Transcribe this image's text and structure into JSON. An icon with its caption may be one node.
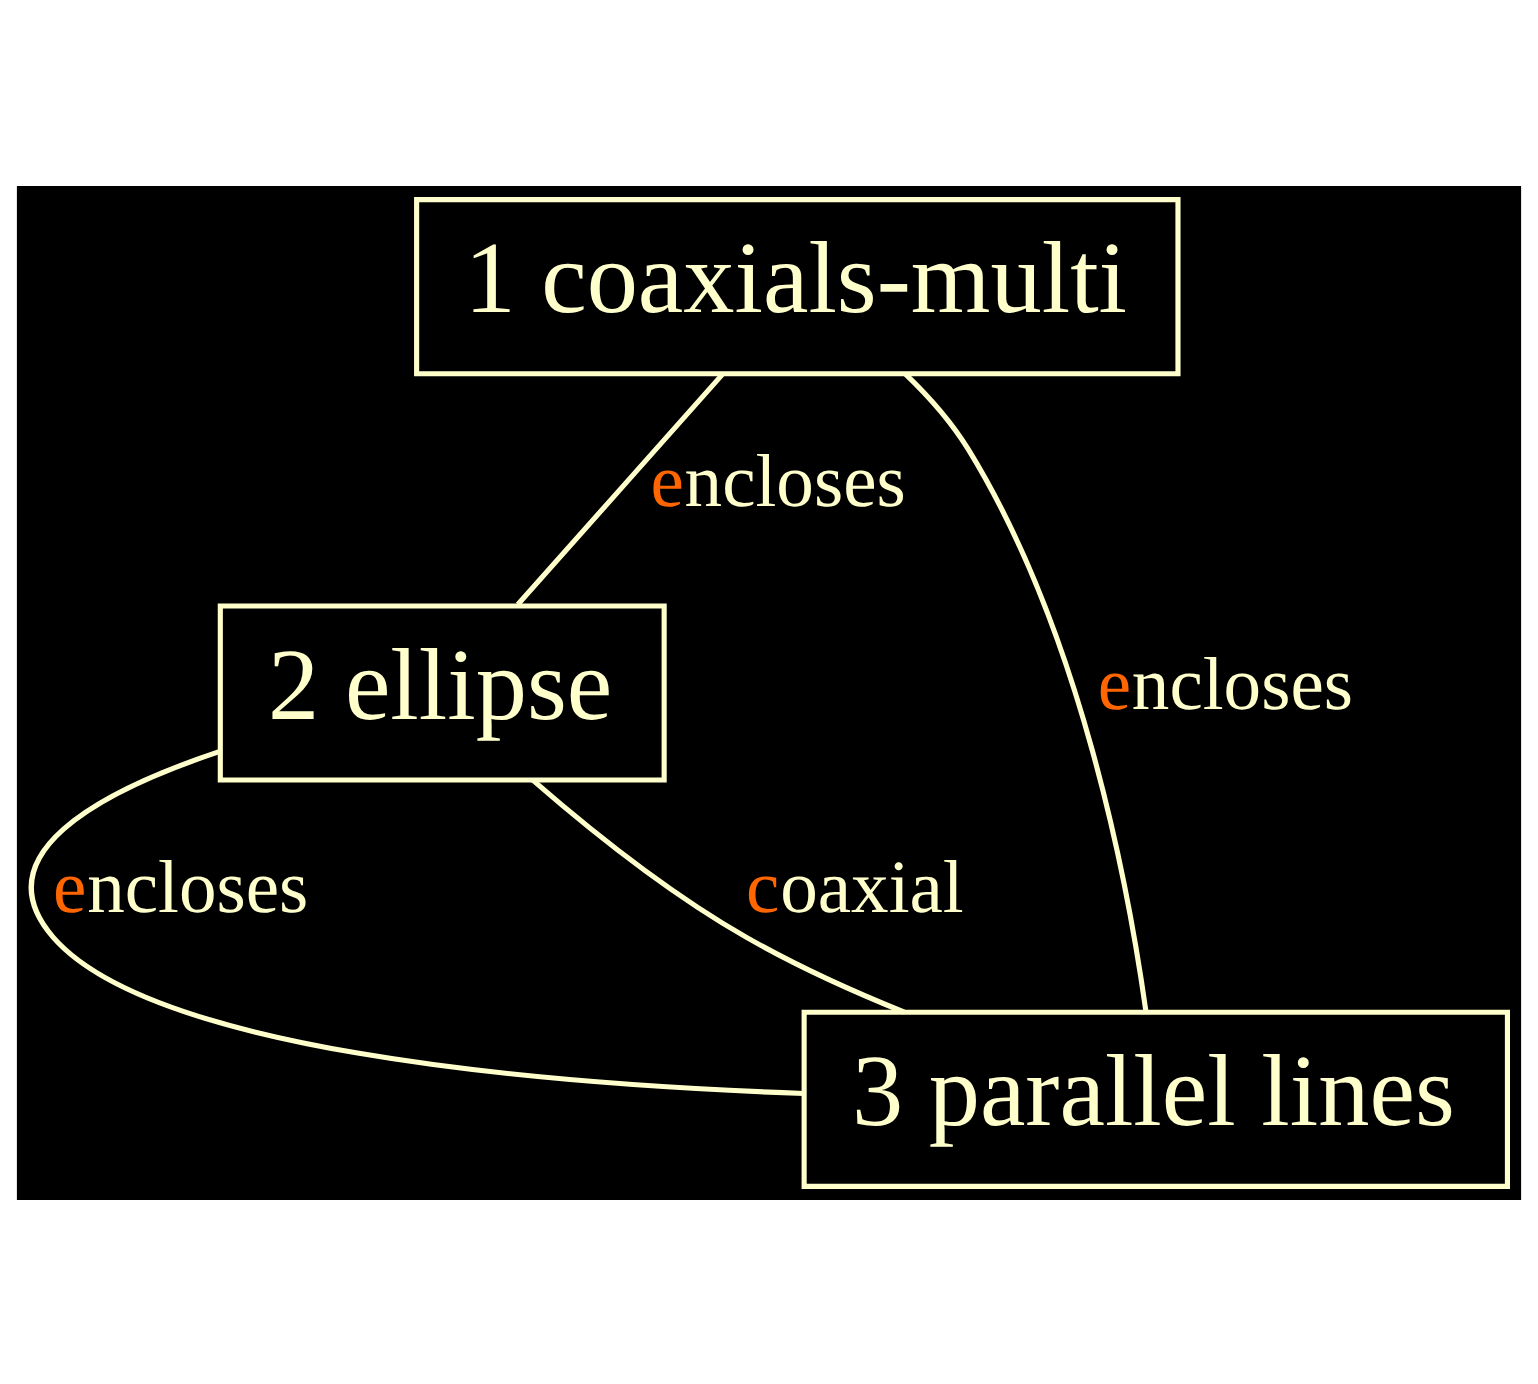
{
  "diagram": {
    "nodes": [
      {
        "text": [
          "1 coaxials-multi"
        ]
      },
      {
        "text": [
          "2 ellipse"
        ]
      },
      {
        "text": [
          "3 parallel lines"
        ]
      }
    ],
    "edges": [
      {
        "from": 0,
        "to": 1,
        "arrow": "none",
        "label": "encloses"
      },
      {
        "from": 0,
        "to": 2,
        "arrow": "none",
        "label": "encloses"
      },
      {
        "from": 2,
        "to": 1,
        "arrow": "none",
        "label": "encloses"
      },
      {
        "from": 2,
        "to": 1,
        "arrow": "none",
        "label": "coaxial"
      }
    ]
  }
}
